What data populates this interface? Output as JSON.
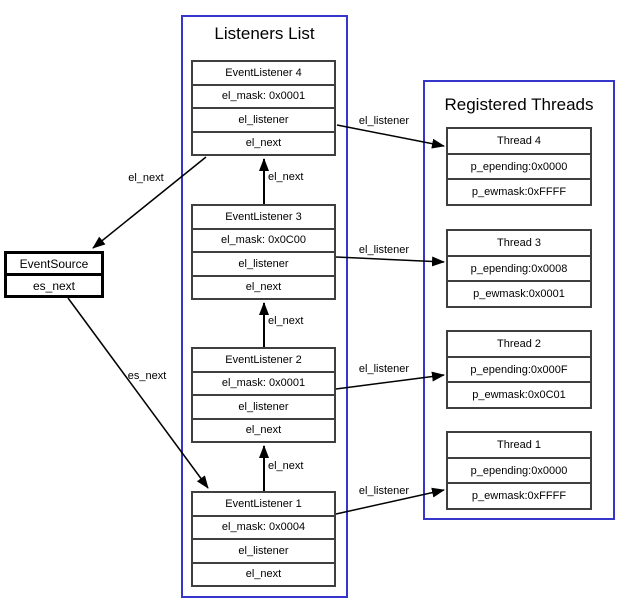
{
  "colors": {
    "panel_border": "#3636cc",
    "record_border": "#3f3f3f",
    "source_border": "#000000",
    "arrow": "#000000",
    "background": "#ffffff"
  },
  "event_source": {
    "title": "EventSource",
    "fields": [
      "es_next"
    ]
  },
  "listeners_panel": {
    "title": "Listeners List",
    "items": [
      {
        "title": "EventListener 4",
        "fields": [
          "el_mask: 0x0001",
          "el_listener",
          "el_next"
        ]
      },
      {
        "title": "EventListener 3",
        "fields": [
          "el_mask: 0x0C00",
          "el_listener",
          "el_next"
        ]
      },
      {
        "title": "EventListener 2",
        "fields": [
          "el_mask: 0x0001",
          "el_listener",
          "el_next"
        ]
      },
      {
        "title": "EventListener 1",
        "fields": [
          "el_mask: 0x0004",
          "el_listener",
          "el_next"
        ]
      }
    ]
  },
  "threads_panel": {
    "title": "Registered Threads",
    "items": [
      {
        "title": "Thread 4",
        "fields": [
          "p_epending:0x0000",
          "p_ewmask:0xFFFF"
        ]
      },
      {
        "title": "Thread 3",
        "fields": [
          "p_epending:0x0008",
          "p_ewmask:0x0001"
        ]
      },
      {
        "title": "Thread 2",
        "fields": [
          "p_epending:0x000F",
          "p_ewmask:0x0C01"
        ]
      },
      {
        "title": "Thread 1",
        "fields": [
          "p_epending:0x0000",
          "p_ewmask:0xFFFF"
        ]
      }
    ]
  },
  "arrow_labels": {
    "el_next_to_source": "el_next",
    "el_next_3_to_4": "el_next",
    "el_next_2_to_3": "el_next",
    "el_next_1_to_2": "el_next",
    "es_next": "es_next",
    "el_listener_4": "el_listener",
    "el_listener_3": "el_listener",
    "el_listener_2": "el_listener",
    "el_listener_1": "el_listener"
  }
}
